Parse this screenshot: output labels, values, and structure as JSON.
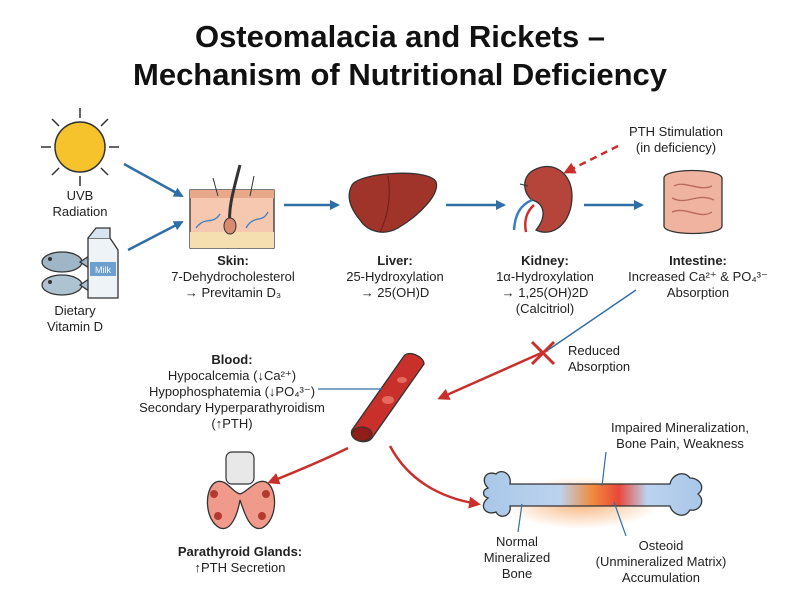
{
  "title_line1": "Osteomalacia and Rickets –",
  "title_line2": "Mechanism of Nutritional Deficiency",
  "sources": {
    "uvb": [
      "UVB",
      "Radiation"
    ],
    "dietary": [
      "Dietary",
      "Vitamin D"
    ],
    "milk_label": "Milk"
  },
  "steps": {
    "skin": {
      "heading": "Skin:",
      "lines": [
        "7-Dehydrocholesterol",
        "→ Previtamin D₃"
      ]
    },
    "liver": {
      "heading": "Liver:",
      "lines": [
        "25-Hydroxylation",
        "→ 25(OH)D"
      ]
    },
    "kidney": {
      "heading": "Kidney:",
      "lines": [
        "1α-Hydroxylation",
        "→ 1,25(OH)2D",
        "(Calcitriol)"
      ]
    },
    "intestine": {
      "heading": "Intestine:",
      "lines": [
        "Increased Ca²⁺ & PO₄³⁻",
        "Absorption"
      ]
    }
  },
  "pth_stimulation": [
    "PTH Stimulation",
    "(in deficiency)"
  ],
  "reduced_absorption": [
    "Reduced",
    "Absorption"
  ],
  "blood": {
    "heading": "Blood:",
    "lines": [
      "Hypocalcemia (↓Ca²⁺)",
      "Hypophosphatemia (↓PO₄³⁻)",
      "Secondary Hyperparathyroidism",
      "(↑PTH)"
    ]
  },
  "parathyroid": {
    "heading": "Parathyroid Glands:",
    "lines": [
      "↑PTH Secretion"
    ]
  },
  "bone": {
    "impaired": [
      "Impaired Mineralization,",
      "Bone Pain, Weakness"
    ],
    "normal": [
      "Normal",
      "Mineralized",
      "Bone"
    ],
    "osteoid": [
      "Osteoid",
      "(Unmineralized Matrix)",
      "Accumulation"
    ]
  },
  "colors": {
    "arrow_blue": "#2f6fa6",
    "arrow_red": "#c9302c",
    "sun": "#f6c32c",
    "organ_liver": "#a0342b",
    "kidney": "#b5443a",
    "intestine": "#f0b3a0",
    "bone_blue": "#a9c7e8",
    "osteoid_orange": "#f08a3c"
  }
}
